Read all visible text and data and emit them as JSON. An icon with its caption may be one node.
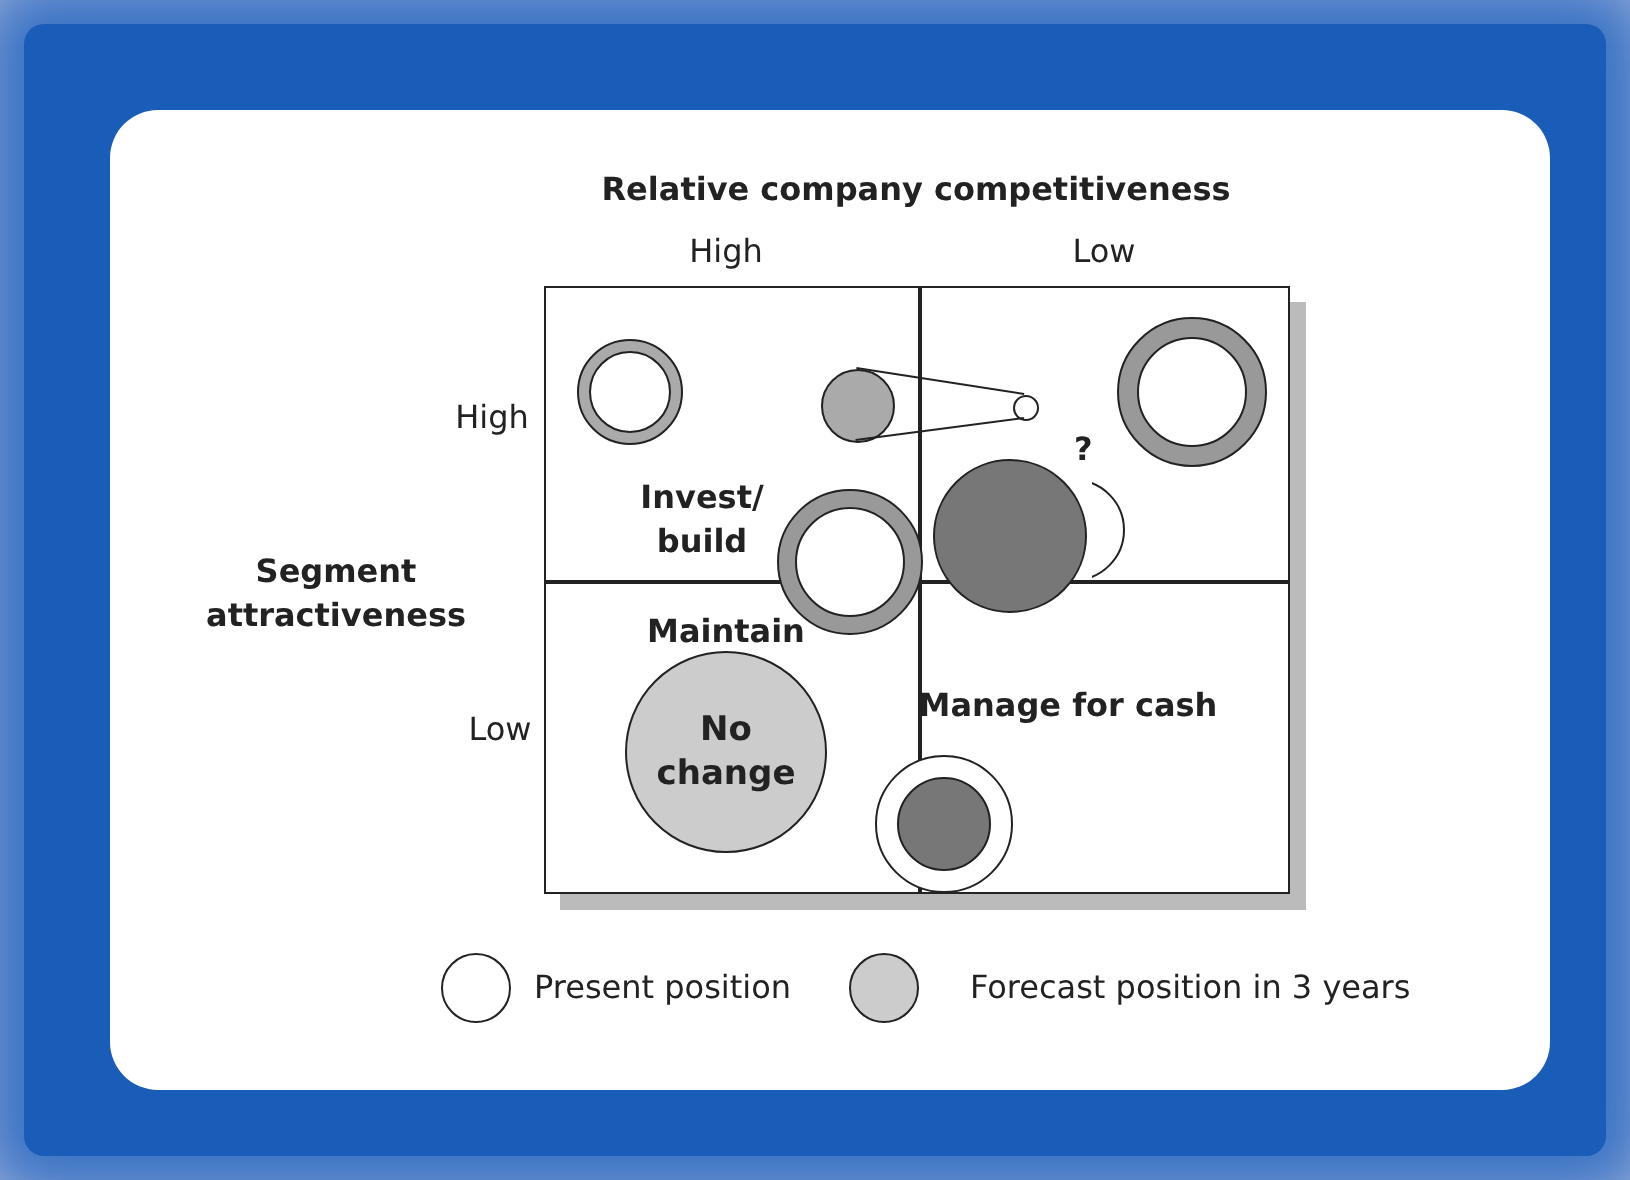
{
  "diagram": {
    "nodes": [
      {
        "text": [
          "Invest/ build"
        ]
      },
      {
        "text": [],
        "shape": "box"
      },
      {
        "text": [
          "Maintain"
        ]
      },
      {
        "text": [
          "Manage for cash"
        ]
      },
      {
        "text": [],
        "shape": "circle",
        "in": 0
      },
      {
        "text": [],
        "shape": "circle",
        "in": 0
      },
      {
        "text": [],
        "shape": "circle",
        "in": 1
      },
      {
        "text": [],
        "shape": "circle",
        "in": 1
      },
      {
        "text": [],
        "shape": "circle"
      },
      {
        "text": [],
        "shape": "circle",
        "in": 1
      },
      {
        "text": [],
        "shape": "circle",
        "beside": [
          "?"
        ]
      },
      {
        "text": [
          "No change"
        ],
        "in": 2
      },
      {
        "text": [],
        "shape": "circle"
      }
    ],
    "edges": [
      {
        "from": 5,
        "to": 6,
        "arrow": "none"
      }
    ],
    "labels": [
      "Relative company competitiveness",
      "High",
      "Low",
      "High",
      "Segment attractiveness",
      "Low"
    ],
    "legend": [
      {
        "text": "Present position",
        "color": "#ffffff"
      },
      {
        "text": "Forecast position in 3 years",
        "color": "#cccccc"
      }
    ]
  }
}
